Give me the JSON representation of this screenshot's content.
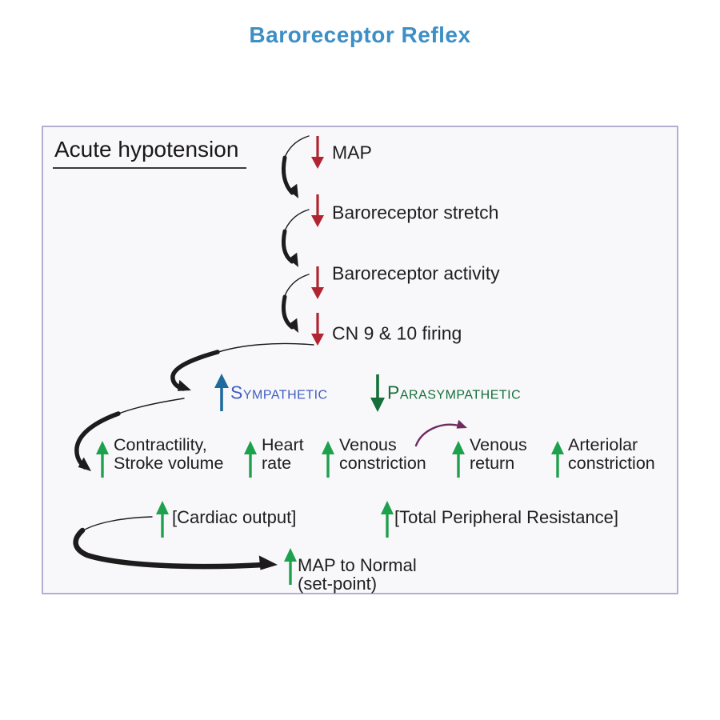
{
  "title": "Baroreceptor Reflex",
  "colors": {
    "title_blue": "#3d8fc6",
    "decrease_red": "#b02531",
    "increase_green": "#1ea14d",
    "parasympathetic_green": "#156f3a",
    "sympathetic_text_blue": "#3f5cc0",
    "sympathetic_arrow_blue": "#1e6b9e",
    "link_purple": "#6e2c5f",
    "panel_border": "#b4afd1",
    "panel_background": "#f8f8fa",
    "flow_black": "#1d1b1c"
  },
  "diagram": {
    "trigger": "Acute hypotension",
    "cascade": [
      {
        "direction": "decrease",
        "label": "MAP"
      },
      {
        "direction": "decrease",
        "label": "Baroreceptor stretch"
      },
      {
        "direction": "decrease",
        "label": "Baroreceptor activity"
      },
      {
        "direction": "decrease",
        "label": "CN 9 & 10 firing"
      }
    ],
    "autonomic": [
      {
        "direction": "increase",
        "label": "Sympathetic"
      },
      {
        "direction": "decrease",
        "label": "Parasympathetic"
      }
    ],
    "effects": [
      {
        "direction": "increase",
        "line1": "Contractility,",
        "line2": "Stroke volume"
      },
      {
        "direction": "increase",
        "line1": "Heart",
        "line2": "rate"
      },
      {
        "direction": "increase",
        "line1": "Venous",
        "line2": "constriction"
      },
      {
        "direction": "increase",
        "line1": "Venous",
        "line2": "return"
      },
      {
        "direction": "increase",
        "line1": "Arteriolar",
        "line2": "constriction"
      }
    ],
    "outputs": [
      {
        "direction": "increase",
        "label": "[Cardiac output]"
      },
      {
        "direction": "increase",
        "label": "[Total Peripheral Resistance]"
      }
    ],
    "result": {
      "direction": "increase",
      "line1": "MAP to Normal",
      "line2": "(set-point)"
    }
  }
}
